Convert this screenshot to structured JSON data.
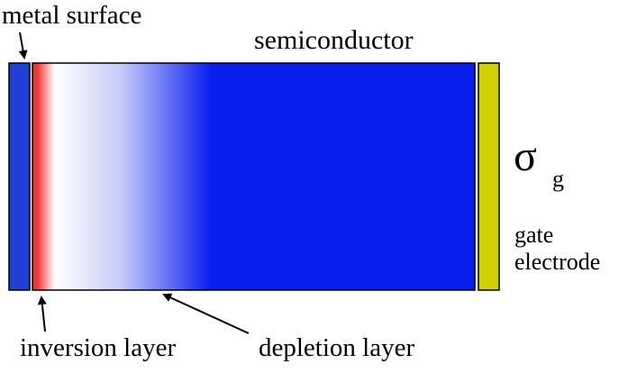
{
  "labels": {
    "metal_surface": "metal surface",
    "semiconductor": "semiconductor",
    "sigma_symbol": "σ",
    "sigma_subscript": "g",
    "gate_line1": "gate",
    "gate_line2": "electrode",
    "inversion_layer": "inversion layer",
    "depletion_layer": "depletion layer"
  },
  "colors": {
    "metal": "#1f3fd6",
    "semiconductor_bulk": "#0a1ef0",
    "inversion_layer": "#f03a3a",
    "depletion_white": "#ffffff",
    "gate_electrode": "#d2d000",
    "outline": "#000000"
  }
}
